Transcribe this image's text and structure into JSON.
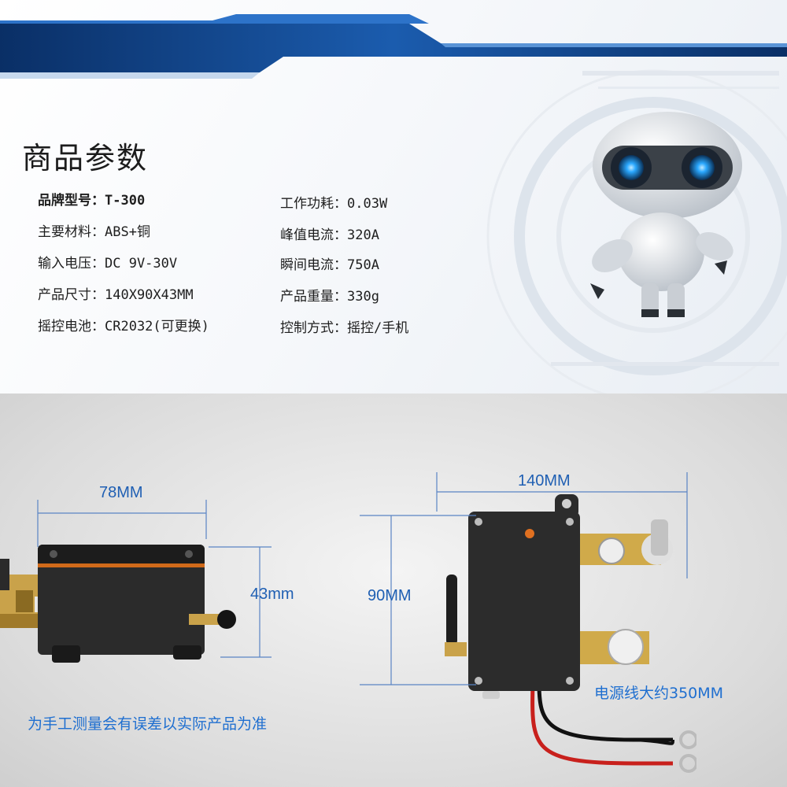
{
  "heading": "商品参数",
  "specs_left": [
    {
      "label": "品牌型号：",
      "value": "T-300"
    },
    {
      "label": "主要材料：",
      "value": "ABS+铜"
    },
    {
      "label": "输入电压：",
      "value": "DC 9V-30V"
    },
    {
      "label": "产品尺寸：",
      "value": "140X90X43MM"
    },
    {
      "label": "摇控电池：",
      "value": "CR2032(可更换)"
    }
  ],
  "specs_right": [
    {
      "label": "工作功耗：",
      "value": "0.03W"
    },
    {
      "label": "峰值电流：",
      "value": "320A"
    },
    {
      "label": "瞬间电流：",
      "value": "750A"
    },
    {
      "label": "产品重量：",
      "value": "330g"
    },
    {
      "label": "控制方式：",
      "value": "摇控/手机"
    }
  ],
  "dimensions": {
    "side_width": "78MM",
    "side_height": "43mm",
    "front_width": "140MM",
    "front_height": "90MM",
    "cable_length": "电源线大约350MM"
  },
  "disclaimer": "为手工测量会有误差以实际产品为准",
  "colors": {
    "accent_blue": "#1f5fb3",
    "band_dark": "#0b3a7a",
    "band_light": "#2a6cc0"
  }
}
